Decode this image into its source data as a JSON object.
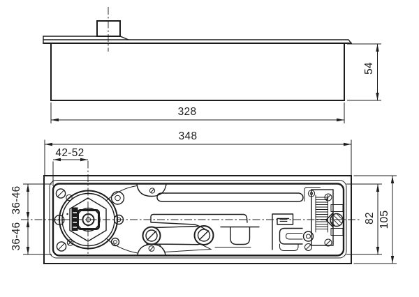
{
  "drawing": {
    "type": "technical-drawing-floor-door-closer",
    "colors": {
      "line": "#1c1c1c",
      "background": "#ffffff"
    }
  },
  "labels": {
    "body_length": "328",
    "body_height": "54",
    "overall_length": "348",
    "spindle_offset": "42-52",
    "axis_to_edge_top": "36-46",
    "axis_to_edge_bottom": "36-46",
    "mechanism_height": "82",
    "overall_width": "105"
  }
}
